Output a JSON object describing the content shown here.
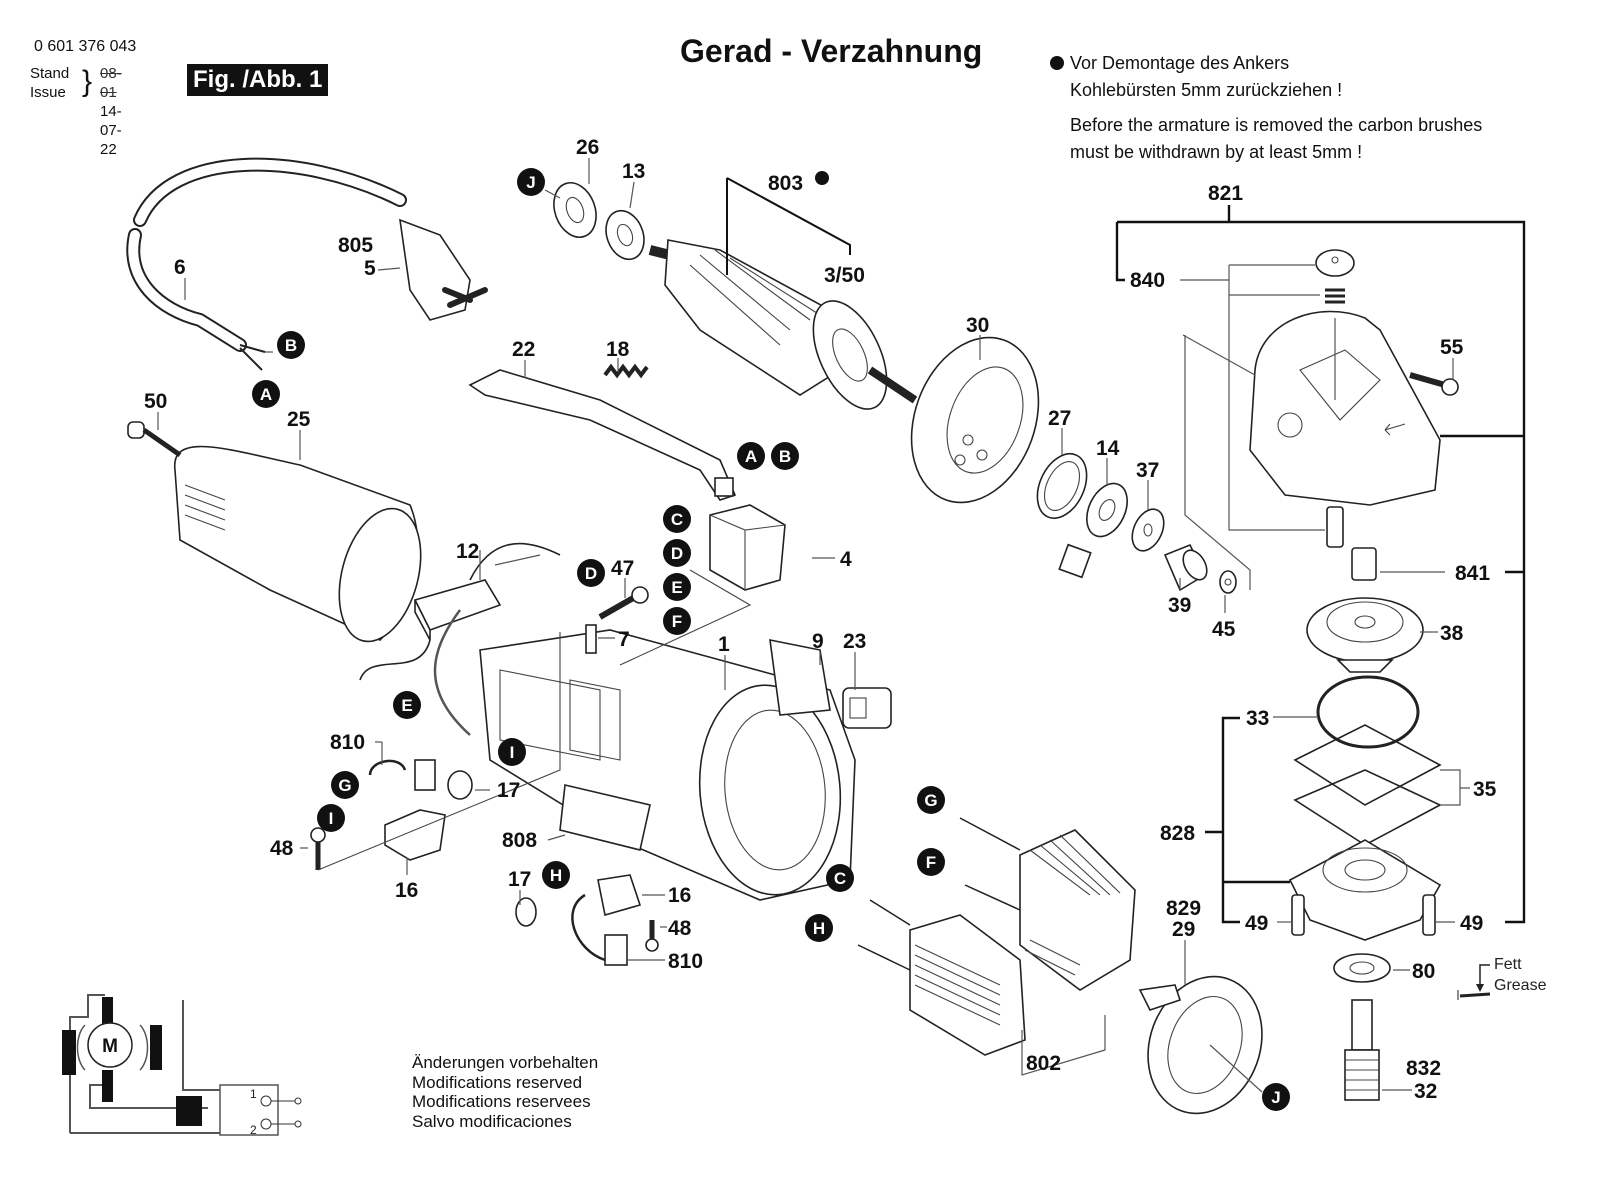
{
  "header": {
    "part_number": "0 601 376 043",
    "stand_label": "Stand",
    "issue_label": "Issue",
    "stand_date_struck": "08-01",
    "issue_date": "14-07-22",
    "figure_label": "Fig. /Abb. 1",
    "title": "Gerad - Verzahnung"
  },
  "note": {
    "de_line1": "Vor Demontage des Ankers",
    "de_line2": "Kohlebürsten 5mm zurückziehen !",
    "en_line1": "Before the armature is removed the carbon brushes",
    "en_line2": "must be withdrawn by at least 5mm !"
  },
  "modifications": [
    "Änderungen vorbehalten",
    "Modifications reserved",
    "Modifications reservees",
    "Salvo modificaciones"
  ],
  "grease": {
    "de": "Fett",
    "en": "Grease"
  },
  "wiring": {
    "motor": "M",
    "contact1": "1",
    "contact2": "2"
  },
  "part_labels": {
    "p26": "26",
    "p13": "13",
    "p803": "803",
    "p3_50": "3/50",
    "p805": "805",
    "p5": "5",
    "p6": "6",
    "p22": "22",
    "p18": "18",
    "p30": "30",
    "p50": "50",
    "p25": "25",
    "p27": "27",
    "p14": "14",
    "p37": "37",
    "p12": "12",
    "p47": "47",
    "p4": "4",
    "p7": "7",
    "p1": "1",
    "p9": "9",
    "p23": "23",
    "p39": "39",
    "p45": "45",
    "p821": "821",
    "p840": "840",
    "p55": "55",
    "p841": "841",
    "p38": "38",
    "p33": "33",
    "p35": "35",
    "p828": "828",
    "p49a": "49",
    "p49b": "49",
    "p80": "80",
    "p829": "829",
    "p29": "29",
    "p832": "832",
    "p32": "32",
    "p810a": "810",
    "p17a": "17",
    "p48a": "48",
    "p16a": "16",
    "p808": "808",
    "p17b": "17",
    "p16b": "16",
    "p48b": "48",
    "p810b": "810",
    "p802": "802"
  },
  "connectors": {
    "A": "A",
    "B": "B",
    "C": "C",
    "D": "D",
    "E": "E",
    "F": "F",
    "G": "G",
    "H": "H",
    "I": "I",
    "J": "J"
  }
}
